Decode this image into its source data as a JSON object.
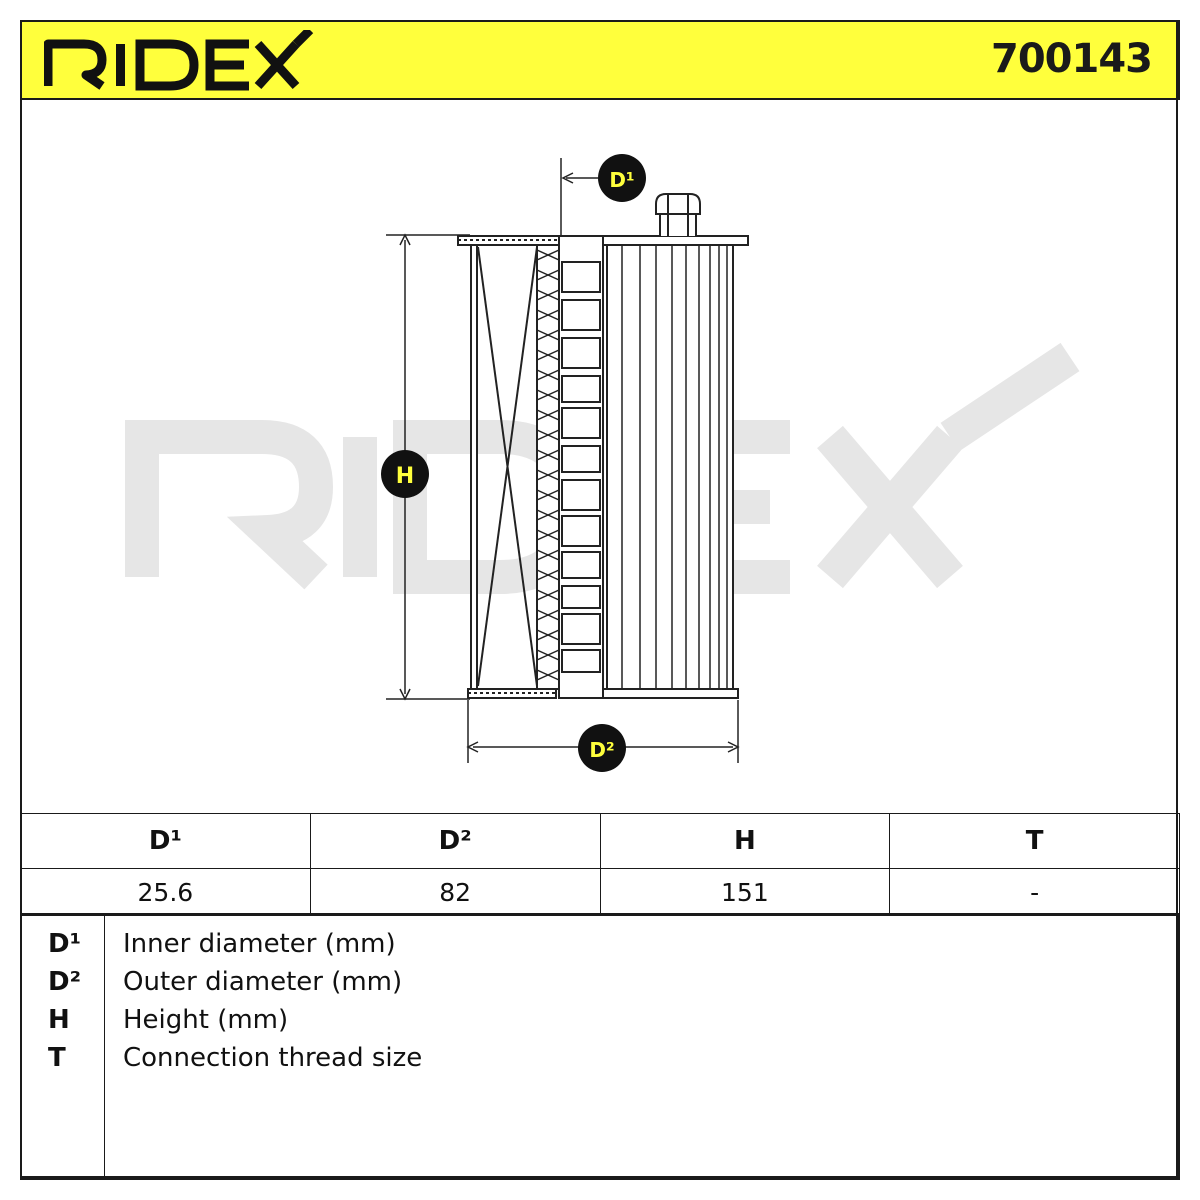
{
  "brand": {
    "logo_text": "RIDEX",
    "color": "#ffff3c"
  },
  "part_number": "700143",
  "watermark": "RIDEX",
  "diagram": {
    "labels": {
      "d1": "D¹",
      "d2": "D²",
      "h": "H"
    }
  },
  "dimensions": {
    "headers": [
      "D¹",
      "D²",
      "H",
      "T"
    ],
    "values": [
      "25.6",
      "82",
      "151",
      "-"
    ]
  },
  "legend": [
    {
      "key": "D¹",
      "desc": "Inner diameter (mm)"
    },
    {
      "key": "D²",
      "desc": "Outer diameter (mm)"
    },
    {
      "key": "H",
      "desc": "Height (mm)"
    },
    {
      "key": "T",
      "desc": "Connection thread size"
    }
  ]
}
